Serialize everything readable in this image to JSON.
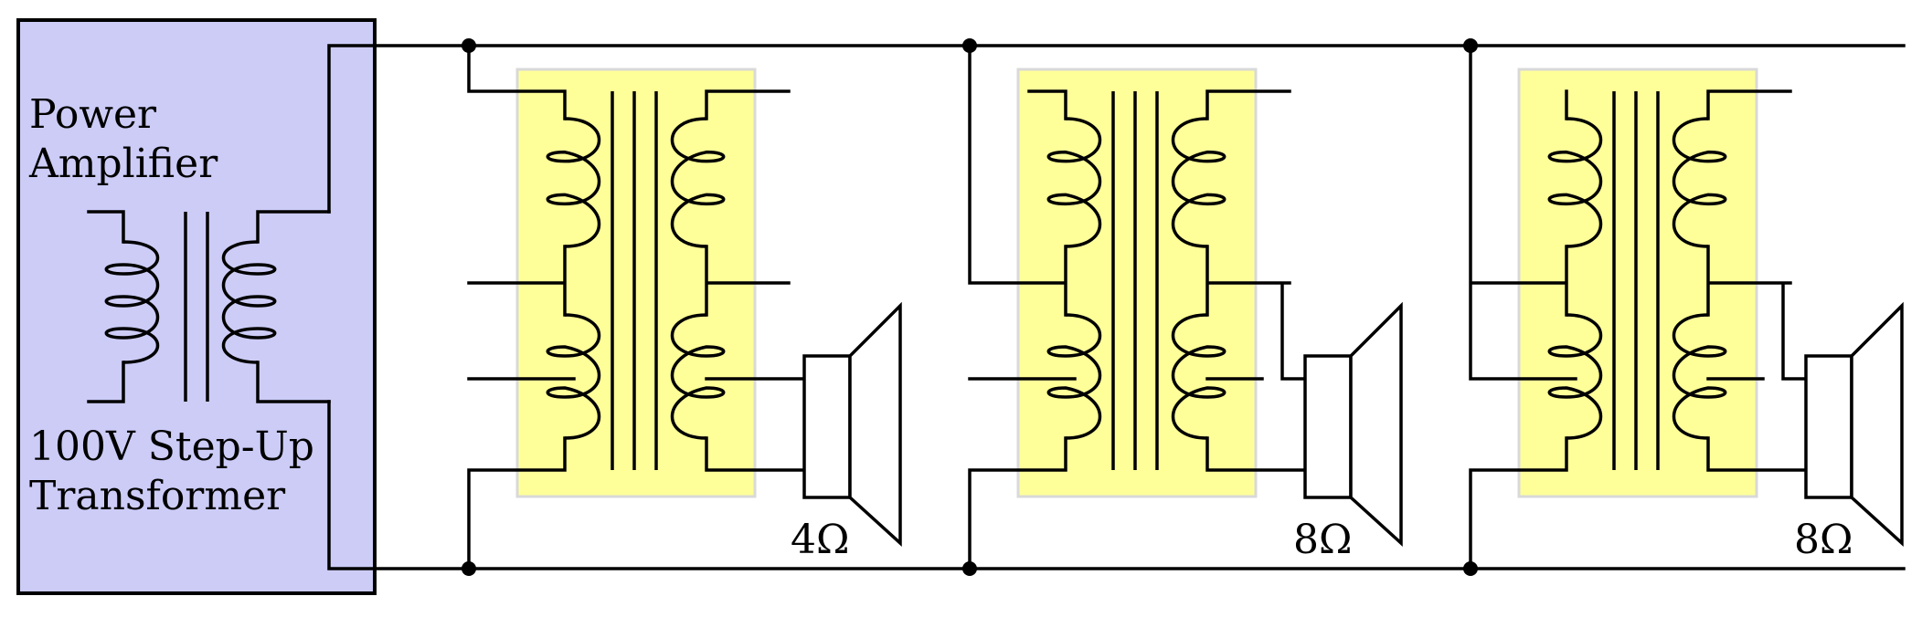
{
  "amplifier": {
    "label_line1": "Power",
    "label_line2": "Amplifier",
    "transformer_line1": "100V Step-Up",
    "transformer_line2": "Transformer",
    "box_color": "#ccccf7",
    "transformer_box_color": "#ffff99"
  },
  "speakers": [
    {
      "impedance": "4Ω"
    },
    {
      "impedance": "8Ω"
    },
    {
      "impedance": "8Ω"
    }
  ]
}
